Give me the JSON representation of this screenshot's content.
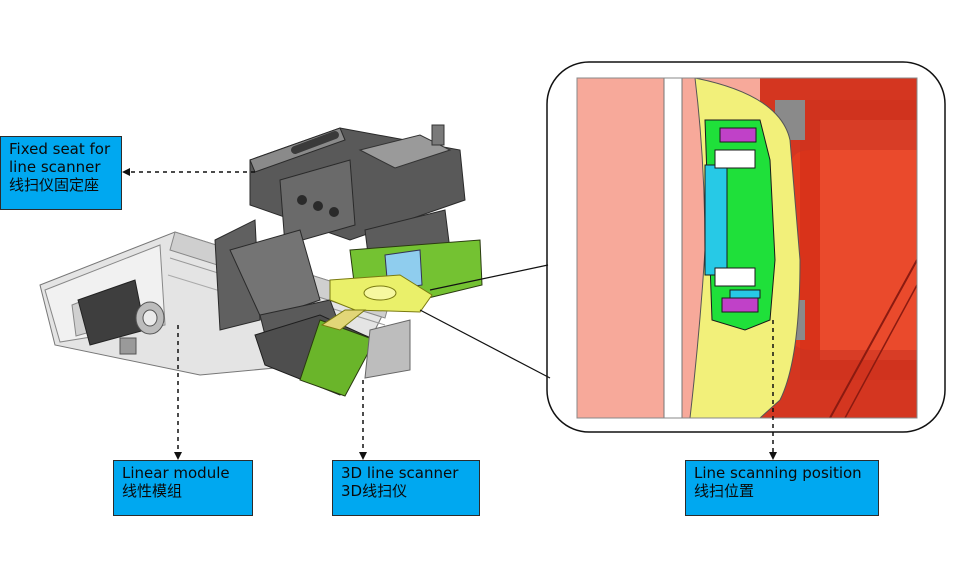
{
  "labels": {
    "fixed_seat": {
      "en_line1": "Fixed seat for",
      "en_line2": "line scanner",
      "zh": "线扫仪固定座"
    },
    "linear_module": {
      "en": "Linear module",
      "zh": "线性模组"
    },
    "scanner_3d": {
      "en": "3D line scanner",
      "zh": "3D线扫仪"
    },
    "scan_position": {
      "en": "Line scanning position",
      "zh": "线扫位置"
    }
  },
  "colors": {
    "label_bg": "#00a8f0",
    "machine_gray": "#6f6f6f",
    "scanner_green": "#6fbe2e",
    "fixture_yellow": "#f2f07a",
    "detail_salmon": "#f7a99a",
    "detail_red": "#e23b1e",
    "detail_green": "#1fe03a",
    "detail_magenta": "#c041c8",
    "detail_cyan": "#27c9e6"
  }
}
